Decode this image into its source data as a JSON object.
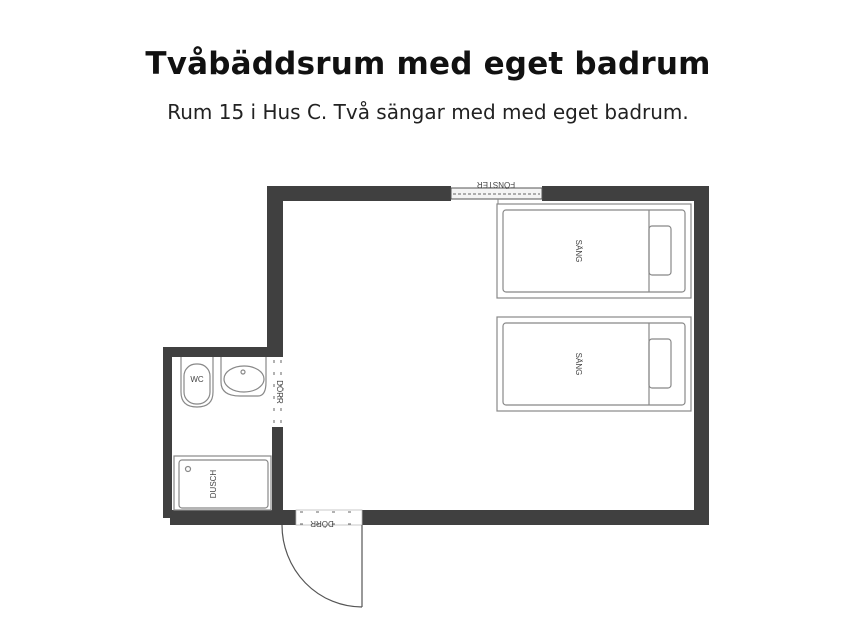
{
  "header": {
    "title": "Tvåbäddsrum med eget badrum",
    "subtitle": "Rum 15 i Hus C. Två sängar med med eget badrum."
  },
  "floorplan": {
    "wall_color": "#404040",
    "fixture_stroke": "#888888",
    "labels": {
      "window": "FÖNSTER",
      "bed_1": "SÄNG",
      "bed_2": "SÄNG",
      "toilet": "WC",
      "bath_door": "DÖRR",
      "shower": "DUSCH",
      "entrance_door": "DÖRR"
    }
  }
}
